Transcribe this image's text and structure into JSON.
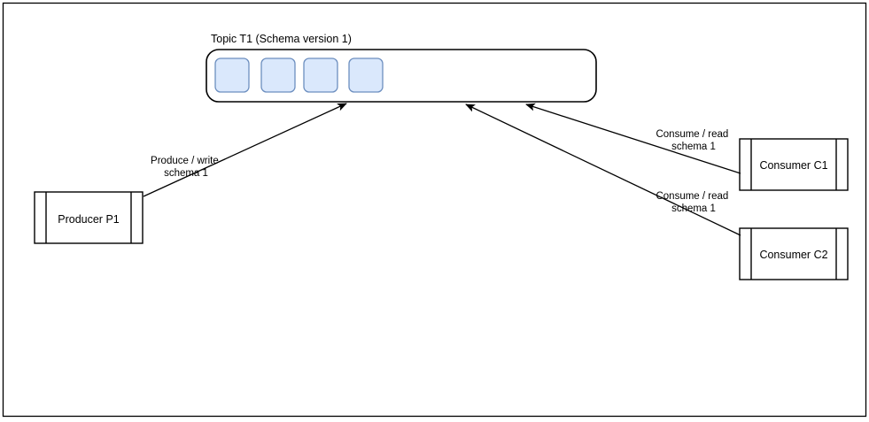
{
  "page": {
    "title": "Kafka topic schema versioning diagram",
    "background_color": "#ffffff",
    "border_color": "#000000"
  },
  "topic": {
    "title": "Topic T1 (Schema version 1)",
    "fill": "#ffffff",
    "stroke": "#000000",
    "messages": [
      {
        "name": "message-1",
        "fill": "#dae8fc",
        "stroke": "#6c8ebf"
      },
      {
        "name": "message-2",
        "fill": "#dae8fc",
        "stroke": "#6c8ebf"
      },
      {
        "name": "message-3",
        "fill": "#dae8fc",
        "stroke": "#6c8ebf"
      },
      {
        "name": "message-4",
        "fill": "#dae8fc",
        "stroke": "#6c8ebf"
      }
    ]
  },
  "nodes": {
    "producer": {
      "label": "Producer P1",
      "fill": "#ffffff",
      "stroke": "#000000"
    },
    "consumer_c1": {
      "label": "Consumer C1",
      "fill": "#ffffff",
      "stroke": "#000000"
    },
    "consumer_c2": {
      "label": "Consumer C2",
      "fill": "#ffffff",
      "stroke": "#000000"
    }
  },
  "edges": {
    "produce": {
      "line1": "Produce / write",
      "line2": "schema 1"
    },
    "consume_c1": {
      "line1": "Consume / read",
      "line2": "schema 1"
    },
    "consume_c2": {
      "line1": "Consume / read",
      "line2": "schema 1"
    }
  }
}
